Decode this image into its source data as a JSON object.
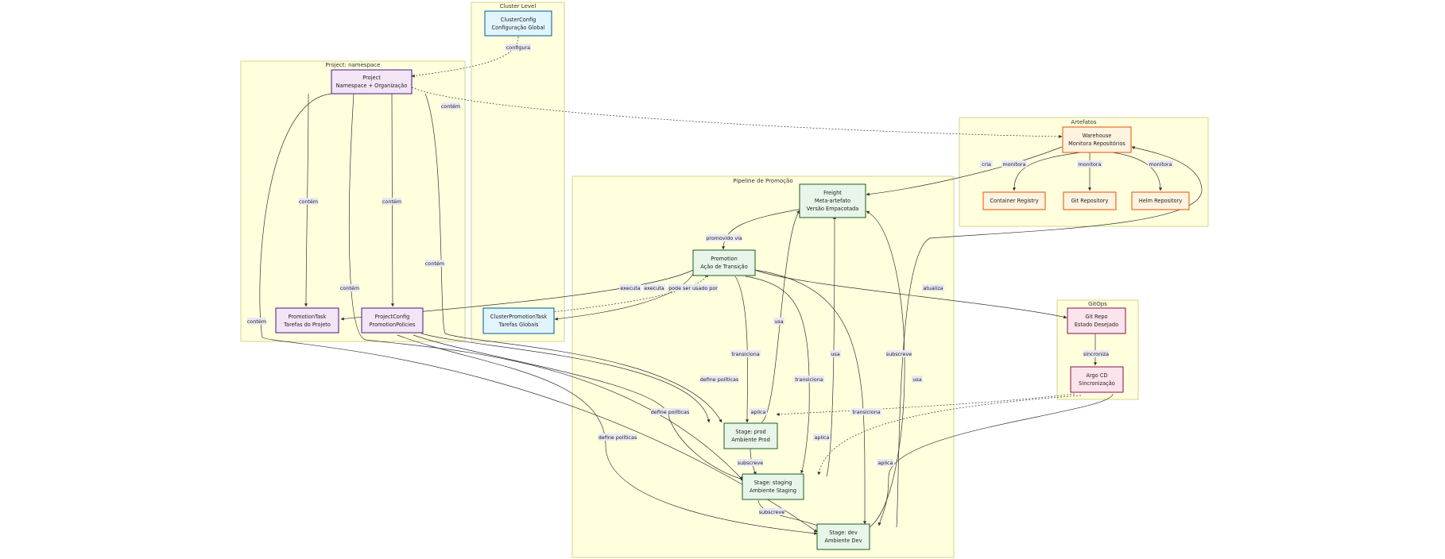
{
  "clusters": {
    "cluster_level": "Cluster Level",
    "project": "Project: namespace",
    "pipeline": "Pipeline de Promoção",
    "artefatos": "Artefatos",
    "gitops": "GitOps"
  },
  "nodes": {
    "clusterconfig": [
      "ClusterConfig",
      "Configuração Global"
    ],
    "project": [
      "Project",
      "Namespace + Organização"
    ],
    "promotiontask": [
      "PromotionTask",
      "Tarefas do Projeto"
    ],
    "projectconfig": [
      "ProjectConfig",
      "PromotionPolicies"
    ],
    "clusterpromotiontask": [
      "ClusterPromotionTask",
      "Tarefas Globais"
    ],
    "freight": [
      "Freight",
      "Meta-artefato",
      "Versão Empacotada"
    ],
    "promotion": [
      "Promotion",
      "Ação de Transição"
    ],
    "stage_prod": [
      "Stage: prod",
      "Ambiente Prod"
    ],
    "stage_staging": [
      "Stage: staging",
      "Ambiente Staging"
    ],
    "stage_dev": [
      "Stage: dev",
      "Ambiente Dev"
    ],
    "warehouse": [
      "Warehouse",
      "Monitora Repositórios"
    ],
    "container_registry": [
      "Container Registry"
    ],
    "git_repository": [
      "Git Repository"
    ],
    "helm_repository": [
      "Helm Repository"
    ],
    "git_repo": [
      "Git Repo",
      "Estado Desejado"
    ],
    "argo_cd": [
      "Argo CD",
      "Sincronização"
    ]
  },
  "edge_labels": {
    "configura": "configura",
    "contem_warehouse": "contém",
    "contem_task": "contém",
    "contem_config": "contém",
    "contem_prod": "contém",
    "contem_staging": "contém",
    "contem_dev": "contém",
    "cria": "cria",
    "monitora_container": "monitora",
    "monitora_git": "monitora",
    "monitora_helm": "monitora",
    "promovido_via": "promovido via",
    "executa_task": "executa",
    "executa_cluster": "executa",
    "pode_ser_usado_por": "pode ser usado por",
    "atualiza": "atualiza",
    "sincroniza": "sincroniza",
    "transiciona_prod": "transiciona",
    "transiciona_staging": "transiciona",
    "transiciona_dev": "transiciona",
    "usa_prod": "usa",
    "usa_staging": "usa",
    "usa_dev": "usa",
    "subscreve_warehouse": "subscreve",
    "subscreve_prod": "subscreve",
    "subscreve_staging": "subscreve",
    "define_prod": "define políticas",
    "define_staging": "define políticas",
    "define_dev": "define políticas",
    "aplica_prod": "aplica",
    "aplica_staging": "aplica",
    "aplica_dev": "aplica"
  },
  "colors": {
    "cluster_fill": "#ffffde",
    "blue_fill": "#e1f5fe",
    "blue_stroke": "#01579b",
    "purple_fill": "#f3e5f5",
    "purple_stroke": "#4a148c",
    "green_fill": "#e8f5e9",
    "green_stroke": "#1b5e20",
    "orange_fill": "#fff3e0",
    "orange_stroke": "#e65100",
    "pink_fill": "#fce4ec",
    "pink_stroke": "#880e4f"
  }
}
